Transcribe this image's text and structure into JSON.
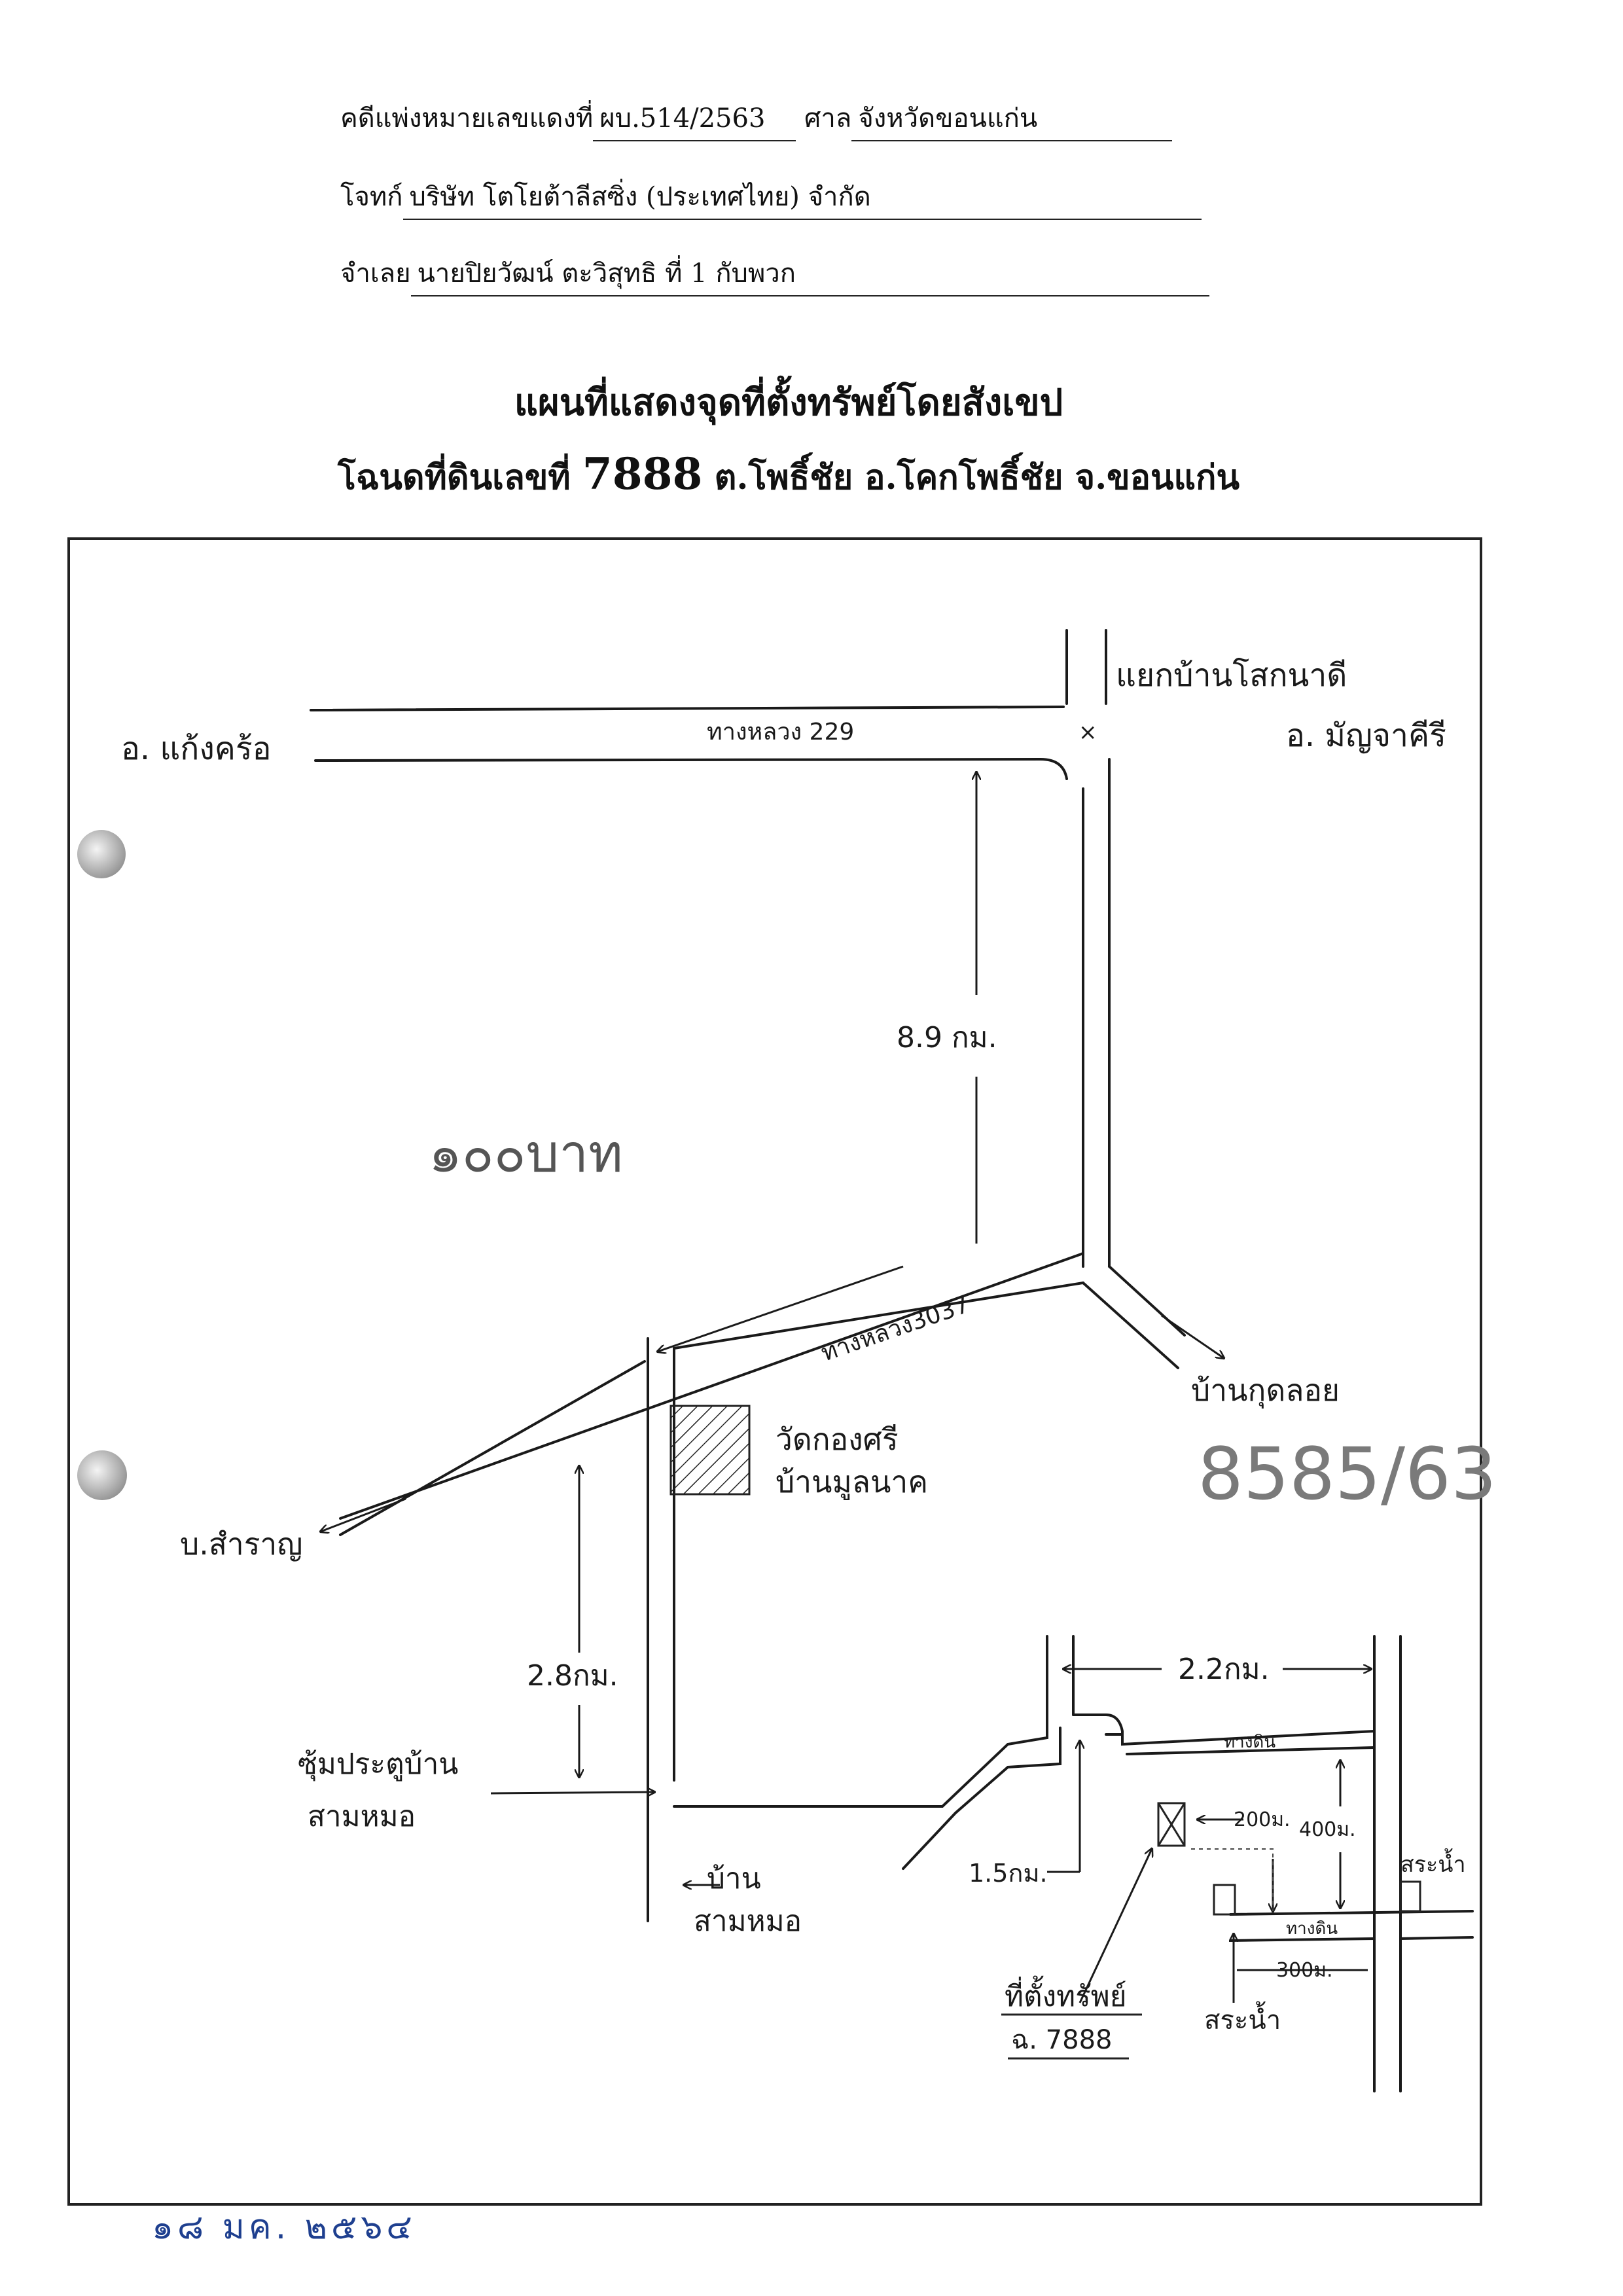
{
  "header": {
    "case_label": "คดีแพ่งหมายเลขแดงที่",
    "case_no": "ผบ.514/2563",
    "court_label": "ศาล",
    "court": "จังหวัดขอนแก่น",
    "plaintiff_label": "โจทก์",
    "plaintiff": "บริษัท โตโยต้าลีสซิ่ง (ประเทศไทย) จำกัด",
    "defendant_label": "จำเลย",
    "defendant": "นายปิยวัฒน์ ตะวิสุทธิ ที่ 1 กับพวก"
  },
  "title": {
    "line1": "แผนที่แสดงจุดที่ตั้งทรัพย์โดยสังเขป",
    "line2_prefix": "โฉนดที่ดินเลขที่",
    "deed_no": "7888",
    "line2_suffix": "ต.โพธิ์ชัย อ.โคกโพธิ์ชัย จ.ขอนแก่น"
  },
  "map": {
    "junction_label": "แยกบ้านโสกนาดี",
    "west_dest": "อ. แก้งคร้อ",
    "east_dest": "อ. มัญจาคีรี",
    "highway_229": "ทางหลวง 229",
    "dist_8_9": "8.9 กม.",
    "stamp_scribble": "๑๐๐บาท",
    "highway_3037": "ทางหลวง3037",
    "ban_kut_loei": "บ้านกุดลอย",
    "case_ref": "8585/63",
    "temple_line1": "วัดกองศรี",
    "temple_line2": "บ้านมูลนาค",
    "ban_sa_ran": "บ.สำราญ",
    "dist_2_8": "2.8กม.",
    "gate_line1": "ซุ้มประตูบ้าน",
    "gate_line2": "สามหมอ",
    "ban_sam_mo1": "บ้าน",
    "ban_sam_mo2": "สามหมอ",
    "dist_1_5": "1.5กม.",
    "dist_2_2": "2.2กม.",
    "dirt_road1": "ทางดิน",
    "dirt_road2": "ทางดิน",
    "dist_200": "200ม.",
    "dist_400": "400ม.",
    "dist_300": "300ม.",
    "pond1": "สระน้ำ",
    "pond2": "สระน้ำ",
    "property_line1": "ที่ตั้งทรัพย์",
    "property_line2": "ฉ. 7888"
  },
  "footer": {
    "date": "๑๘ มค. ๒๕๖๔"
  }
}
